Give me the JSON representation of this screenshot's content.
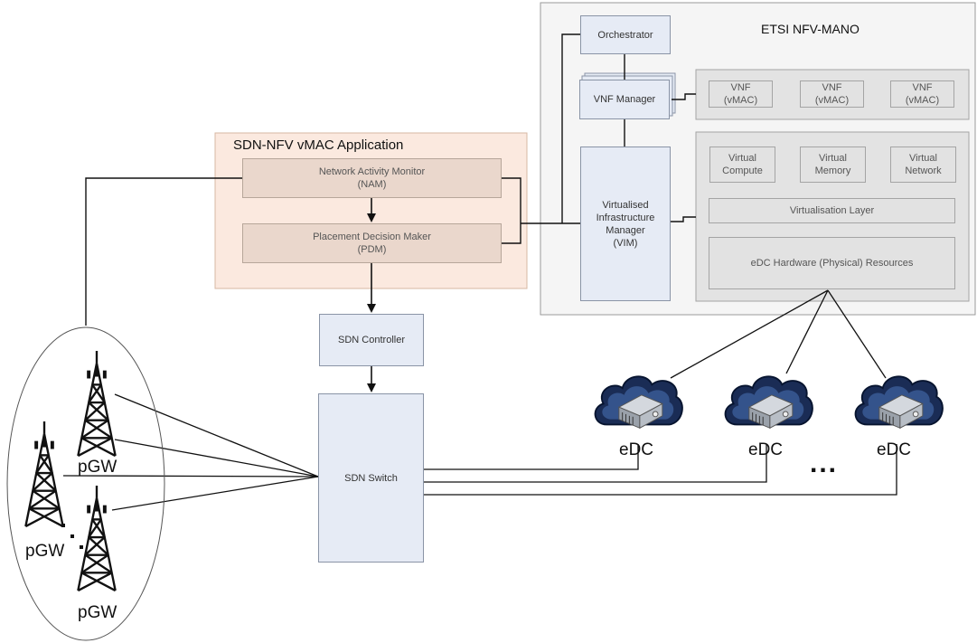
{
  "mano": {
    "title": "ETSI  NFV-MANO",
    "orchestrator": "Orchestrator",
    "vnf_manager": "VNF Manager",
    "vim": "Virtualised\nInfrastructure\nManager\n(VIM)",
    "vnfs": [
      "VNF\n(vMAC)",
      "VNF\n(vMAC)",
      "VNF\n(vMAC)"
    ],
    "virtual_resources": [
      "Virtual\nCompute",
      "Virtual\nMemory",
      "Virtual\nNetwork"
    ],
    "virtualisation_layer": "Virtualisation Layer",
    "hardware": "eDC Hardware (Physical) Resources"
  },
  "app": {
    "title": "SDN-NFV vMAC Application",
    "nam": "Network Activity Monitor\n(NAM)",
    "pdm": "Placement Decision Maker\n(PDM)"
  },
  "sdn": {
    "controller": "SDN Controller",
    "switch": "SDN Switch"
  },
  "edc": {
    "labels": [
      "eDC",
      "eDC",
      "eDC"
    ],
    "ellipsis": "..."
  },
  "pgw": {
    "labels": [
      "pGW",
      "pGW",
      "pGW"
    ]
  },
  "colors": {
    "mano_panel": "#f5f5f5",
    "app_panel": "#fbe9df",
    "functional_block": "#e6ebf5",
    "grey_block": "#e2e2e2",
    "app_block": "#ead7cc"
  }
}
